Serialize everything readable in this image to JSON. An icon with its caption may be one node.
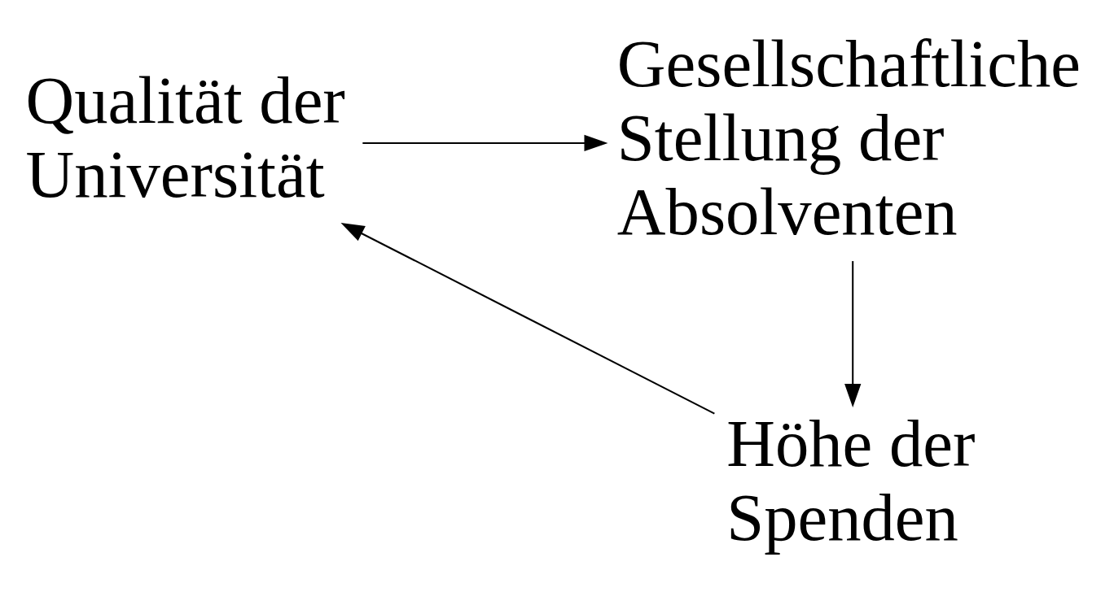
{
  "diagram": {
    "nodes": [
      {
        "text": [
          "Qualität der Universität"
        ]
      },
      {
        "text": [
          "Gesellschaftliche Stellung der Absolventen"
        ]
      },
      {
        "text": [
          "Höhe der Spenden"
        ]
      }
    ],
    "edges": [
      {
        "from": 0,
        "to": 1,
        "arrow": "to"
      },
      {
        "from": 1,
        "to": 2,
        "arrow": "to"
      },
      {
        "from": 2,
        "to": 0,
        "arrow": "to"
      }
    ]
  }
}
